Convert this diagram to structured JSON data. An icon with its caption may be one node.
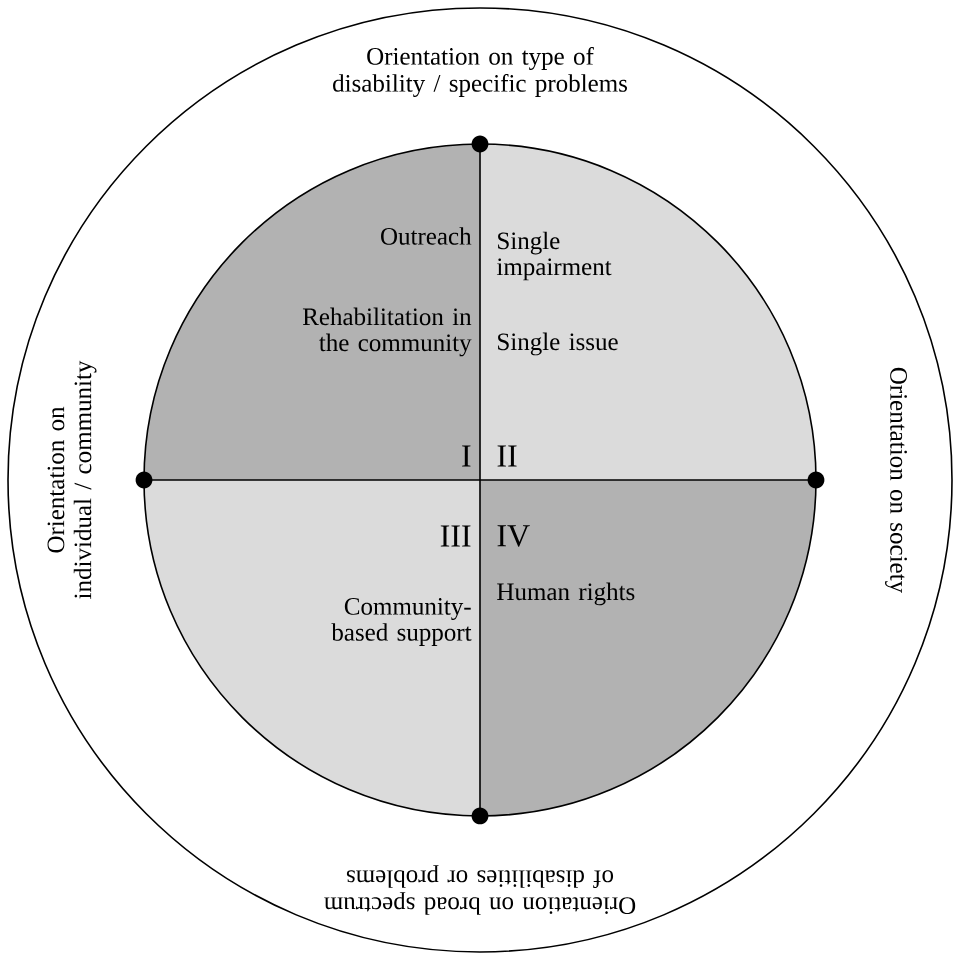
{
  "diagram": {
    "nodes": [
      {
        "text": [
          "Outreach",
          "Rehabilitation in the community",
          "I"
        ]
      },
      {
        "text": [
          "Single impairment",
          "Single issue",
          "II"
        ]
      },
      {
        "text": [
          "III",
          "Community-based support"
        ]
      },
      {
        "text": [
          "IV",
          "Human rights"
        ]
      }
    ],
    "labels": [
      "Orientation on type of disability / specific problems",
      "Orientation on individual / community",
      "Orientation on society",
      "Orientation on broad spectrum of disabilities or problems"
    ]
  }
}
